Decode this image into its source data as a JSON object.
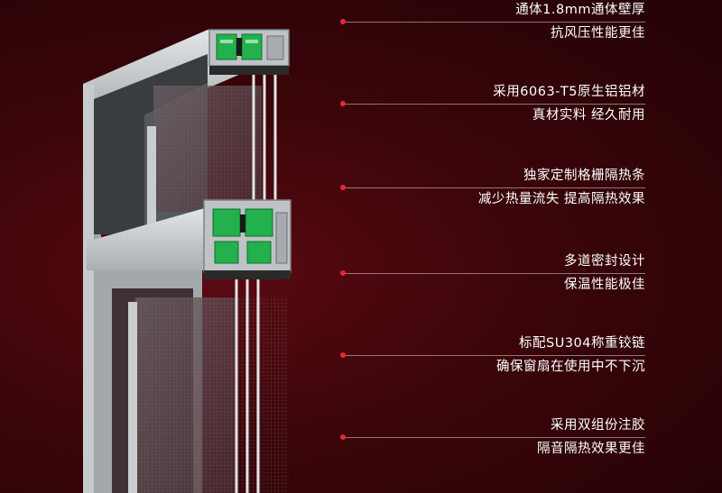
{
  "colors": {
    "background": "#3a0509",
    "accent_dot": "#e8283a",
    "frame_silver": "#b9bec2",
    "thermal_break_green": "#22b14c",
    "text": "#ffffff"
  },
  "features": [
    {
      "line1": "通体1.8mm通体壁厚",
      "line2": "抗风压性能更佳"
    },
    {
      "line1": "采用6063-T5原生铝铝材",
      "line2": "真材实料 经久耐用"
    },
    {
      "line1": "独家定制格栅隔热条",
      "line2": "减少热量流失 提高隔热效果"
    },
    {
      "line1": "多道密封设计",
      "line2": "保温性能极佳"
    },
    {
      "line1": "标配SU304称重铰链",
      "line2": "确保窗扇在使用中不下沉"
    },
    {
      "line1": "采用双组份注胶",
      "line2": "隔音隔热效果更佳"
    }
  ]
}
